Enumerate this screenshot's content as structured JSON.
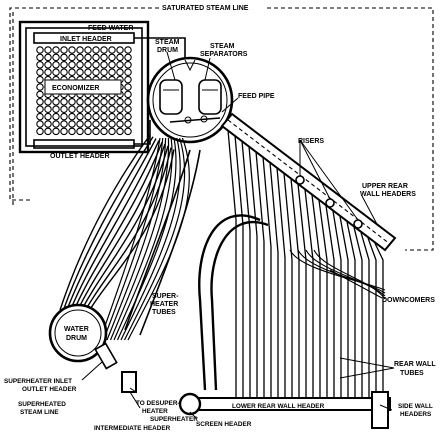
{
  "labels": {
    "saturated_steam_line": "SATURATED STEAM LINE",
    "feed_water": "FEED WATER",
    "inlet_header": "INLET HEADER",
    "economizer": "ECONOMIZER",
    "outlet_header": "OUTLET HEADER",
    "steam_drum_1": "STEAM",
    "steam_drum_2": "DRUM",
    "steam_separators_1": "STEAM",
    "steam_separators_2": "SEPARATORS",
    "feed_pipe": "FEED PIPE",
    "risers": "RISERS",
    "upper_rear_1": "UPPER REAR",
    "upper_rear_2": "WALL HEADERS",
    "downcomers": "DOWNCOMERS",
    "rear_wall_tubes_1": "REAR WALL",
    "rear_wall_tubes_2": "TUBES",
    "water_drum_1": "WATER",
    "water_drum_2": "DRUM",
    "superheater_tubes_1": "SUPER-",
    "superheater_tubes_2": "HEATER",
    "superheater_tubes_3": "TUBES",
    "sh_inlet_1": "SUPERHEATER INLET",
    "sh_inlet_2": "OUTLET  HEADER",
    "sh_steam_line_1": "SUPERHEATED",
    "sh_steam_line_2": "STEAM LINE",
    "desuperheater_1": "TO DESUPER-",
    "desuperheater_2": "HEATER",
    "sh_intermediate_1": "SUPERHEATER",
    "sh_intermediate_2": "INTERMEDIATE HEADER",
    "lower_rear_wall_header": "LOWER REAR WALL HEADER",
    "side_wall_1": "SIDE WALL",
    "side_wall_2": "HEADERS",
    "screen_header": "SCREEN HEADER"
  }
}
